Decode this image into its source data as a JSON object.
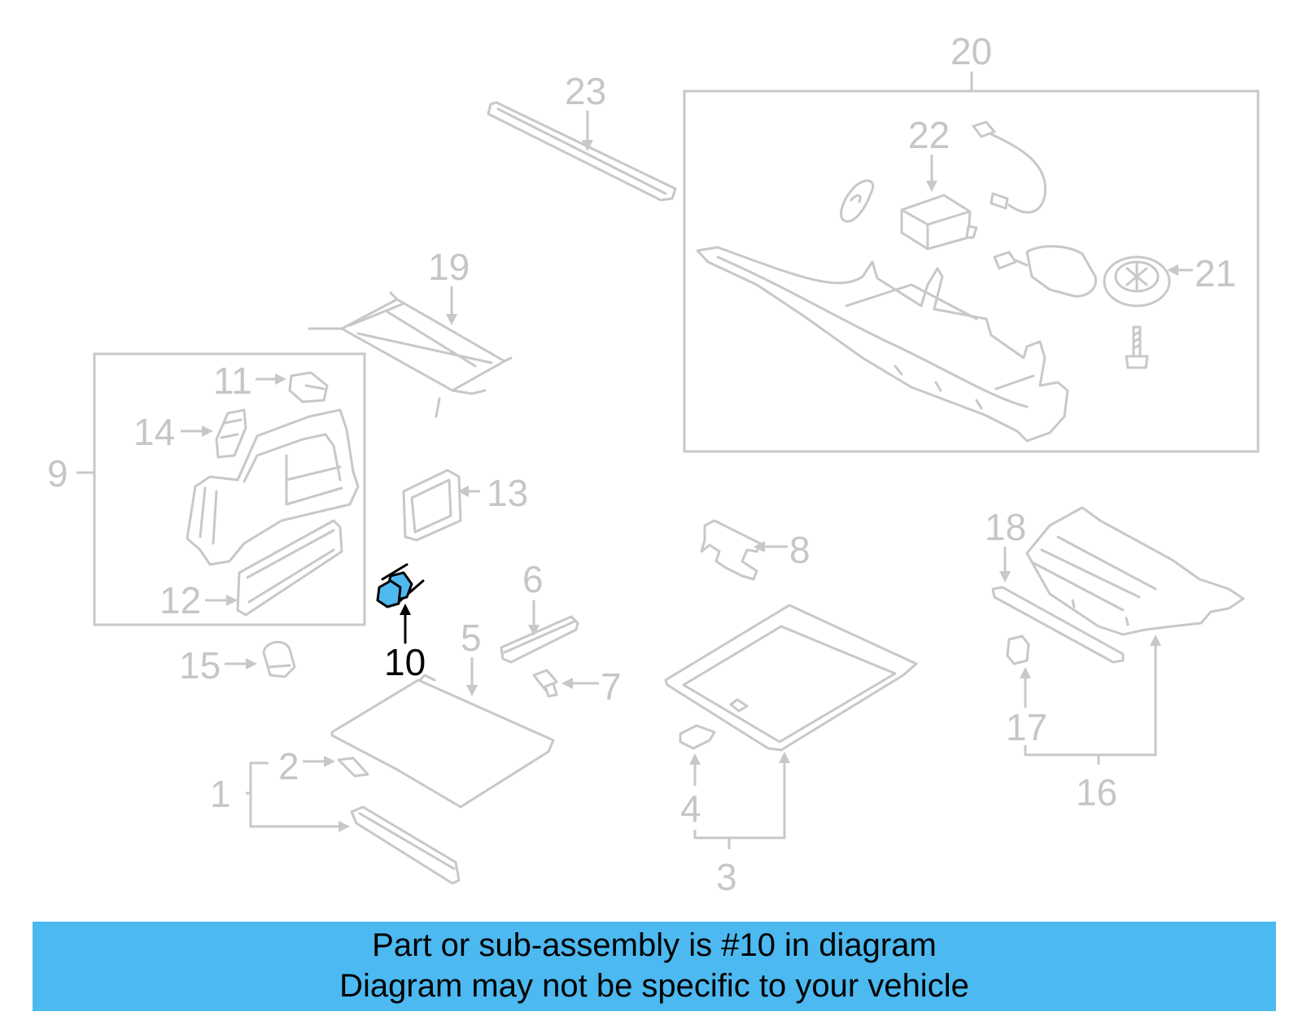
{
  "diagram": {
    "callouts": {
      "c1": "1",
      "c2": "2",
      "c3": "3",
      "c4": "4",
      "c5": "5",
      "c6": "6",
      "c7": "7",
      "c8": "8",
      "c9": "9",
      "c10": "10",
      "c11": "11",
      "c12": "12",
      "c13": "13",
      "c14": "14",
      "c15": "15",
      "c16": "16",
      "c17": "17",
      "c18": "18",
      "c19": "19",
      "c20": "20",
      "c21": "21",
      "c22": "22",
      "c23": "23"
    },
    "highlighted_part": "10",
    "colors": {
      "highlight_fill": "#4fb8ef",
      "line_gray": "#c8c8c8",
      "banner_bg": "#4cb9f0"
    }
  },
  "banner": {
    "line1": "Part or sub-assembly is #10 in diagram",
    "line2": "Diagram may not be specific to your vehicle"
  }
}
